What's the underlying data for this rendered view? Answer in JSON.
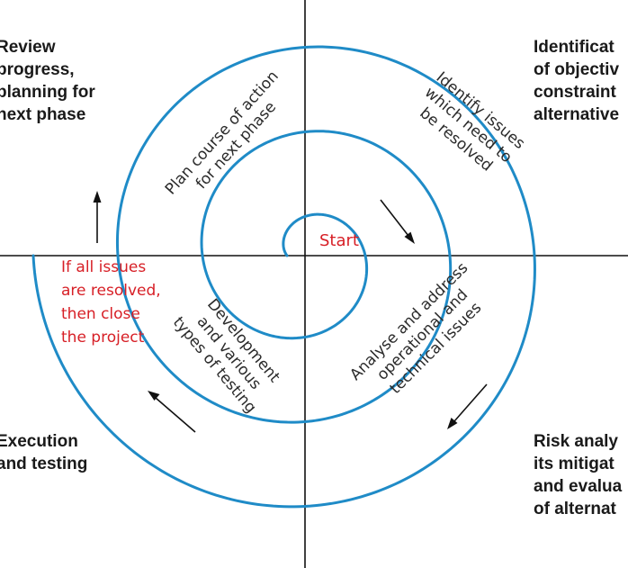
{
  "colors": {
    "spiral": "#1f8bc7",
    "axes": "#111111",
    "arrows": "#111111",
    "quadrant_text": "#1a1a1a",
    "phase_text": "#2b2b2b",
    "highlight_text": "#d71f26"
  },
  "quadrants": {
    "top_left": "Review\nprogress,\nplanning for\nnext phase",
    "top_right": "Identificat\nof objectiv\nconstraint\nalternative",
    "bottom_left": "Execution\nand testing",
    "bottom_right": "Risk analy\nits mitigat\nand evalua\nof alternat"
  },
  "phases": {
    "plan": "Plan course of action\nfor next phase",
    "identify": "Identify issues\nwhich need to\nbe resolved",
    "analyse": "Analyse and address\noperational and\ntechnical issues",
    "develop": "Development\nand various\ntypes of testing"
  },
  "start_label": "Start",
  "close_condition": "If all issues\nare resolved,\nthen close\nthe project"
}
